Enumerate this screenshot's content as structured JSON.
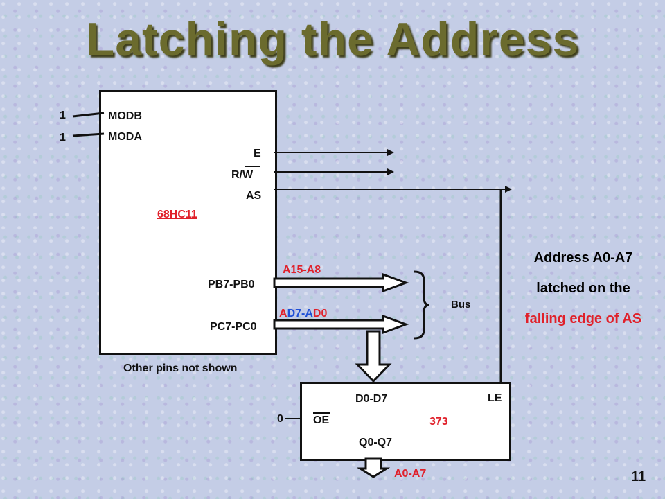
{
  "slide": {
    "title": "Latching the Address",
    "page_number": "11"
  },
  "mcu": {
    "mode_pins": [
      {
        "value": "1",
        "label": "MODB"
      },
      {
        "value": "1",
        "label": "MODA"
      }
    ],
    "pins": [
      "E",
      "R/W",
      "AS"
    ],
    "name": "68HC11",
    "port_b": "PB7-PB0",
    "port_c": "PC7-PC0",
    "note": "Other pins not shown"
  },
  "buses": {
    "upper": "A15-A8",
    "lower_parts": [
      "A",
      "D7-A",
      "D0"
    ],
    "brace_label": "Bus"
  },
  "latch": {
    "name": "373",
    "inputs": "D0-D7",
    "outputs": "Q0-Q7",
    "le": "LE",
    "oe": "OE",
    "oe_value": "0",
    "output_bus": "A0-A7"
  },
  "annotation": {
    "line1": "Address A0-A7",
    "line2": "latched on the",
    "line3": "falling edge of AS"
  },
  "colors": {
    "title": "#6b6b2e",
    "highlight_red": "#e0202a",
    "highlight_blue": "#1e4fd6"
  }
}
